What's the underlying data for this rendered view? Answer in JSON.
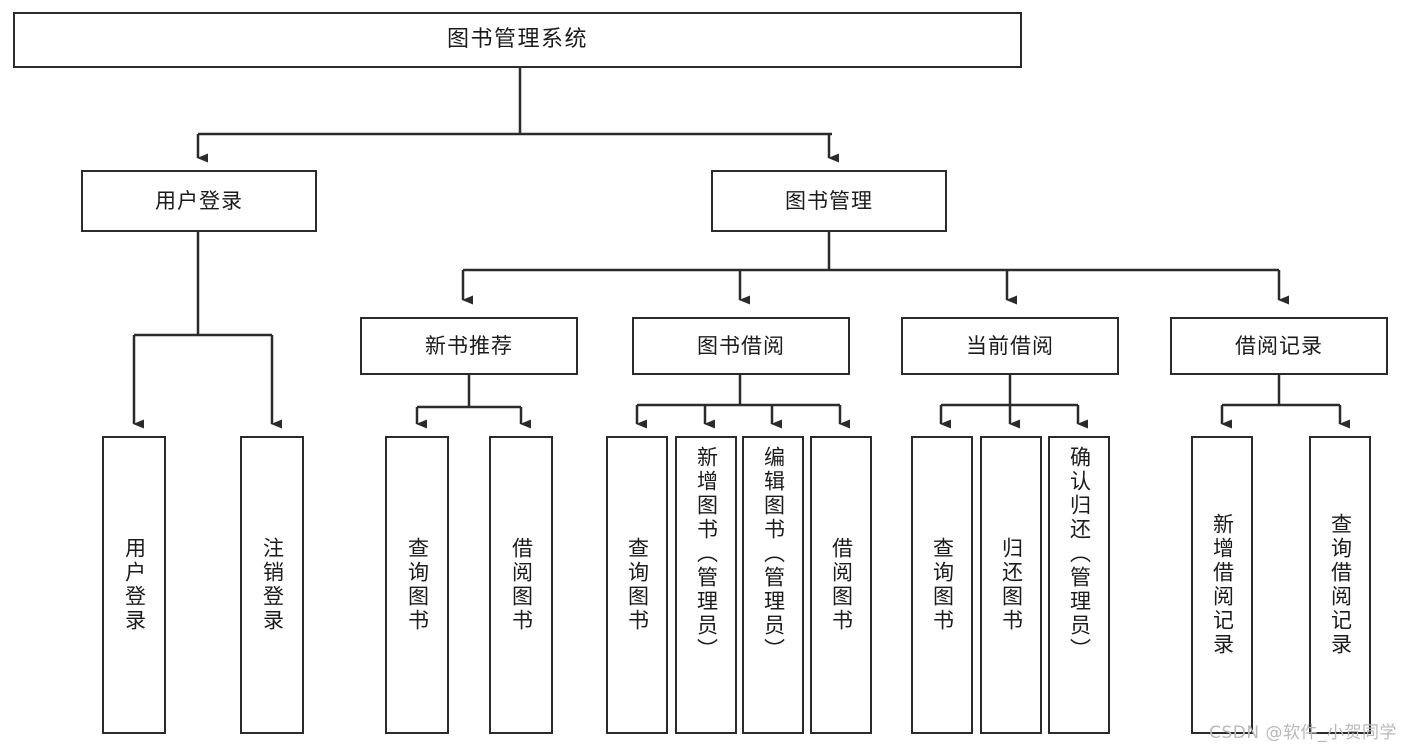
{
  "diagram": {
    "title": "图书管理系统",
    "watermark": "CSDN @软件_小贺同学",
    "stroke_color": "#2b2b2b",
    "background_color": "#ffffff",
    "text_color": "#1b1b1b"
  },
  "nodes": {
    "root": {
      "label": "图书管理系统"
    },
    "level2": [
      {
        "label": "用户登录"
      },
      {
        "label": "图书管理"
      }
    ],
    "level3": [
      {
        "label": "新书推荐"
      },
      {
        "label": "图书借阅"
      },
      {
        "label": "当前借阅"
      },
      {
        "label": "借阅记录"
      }
    ],
    "leaves": {
      "user_login": [
        {
          "label": "用户登录"
        },
        {
          "label": "注销登录"
        }
      ],
      "new_book_recommend": [
        {
          "label": "查询图书"
        },
        {
          "label": "借阅图书"
        }
      ],
      "book_borrow": [
        {
          "label": "查询图书"
        },
        {
          "label": "新增图书（管理员）"
        },
        {
          "label": "编辑图书（管理员）"
        },
        {
          "label": "借阅图书"
        }
      ],
      "current_borrow": [
        {
          "label": "查询图书"
        },
        {
          "label": "归还图书"
        },
        {
          "label": "确认归还（管理员）"
        }
      ],
      "borrow_record": [
        {
          "label": "新增借阅记录"
        },
        {
          "label": "查询借阅记录"
        }
      ]
    }
  }
}
